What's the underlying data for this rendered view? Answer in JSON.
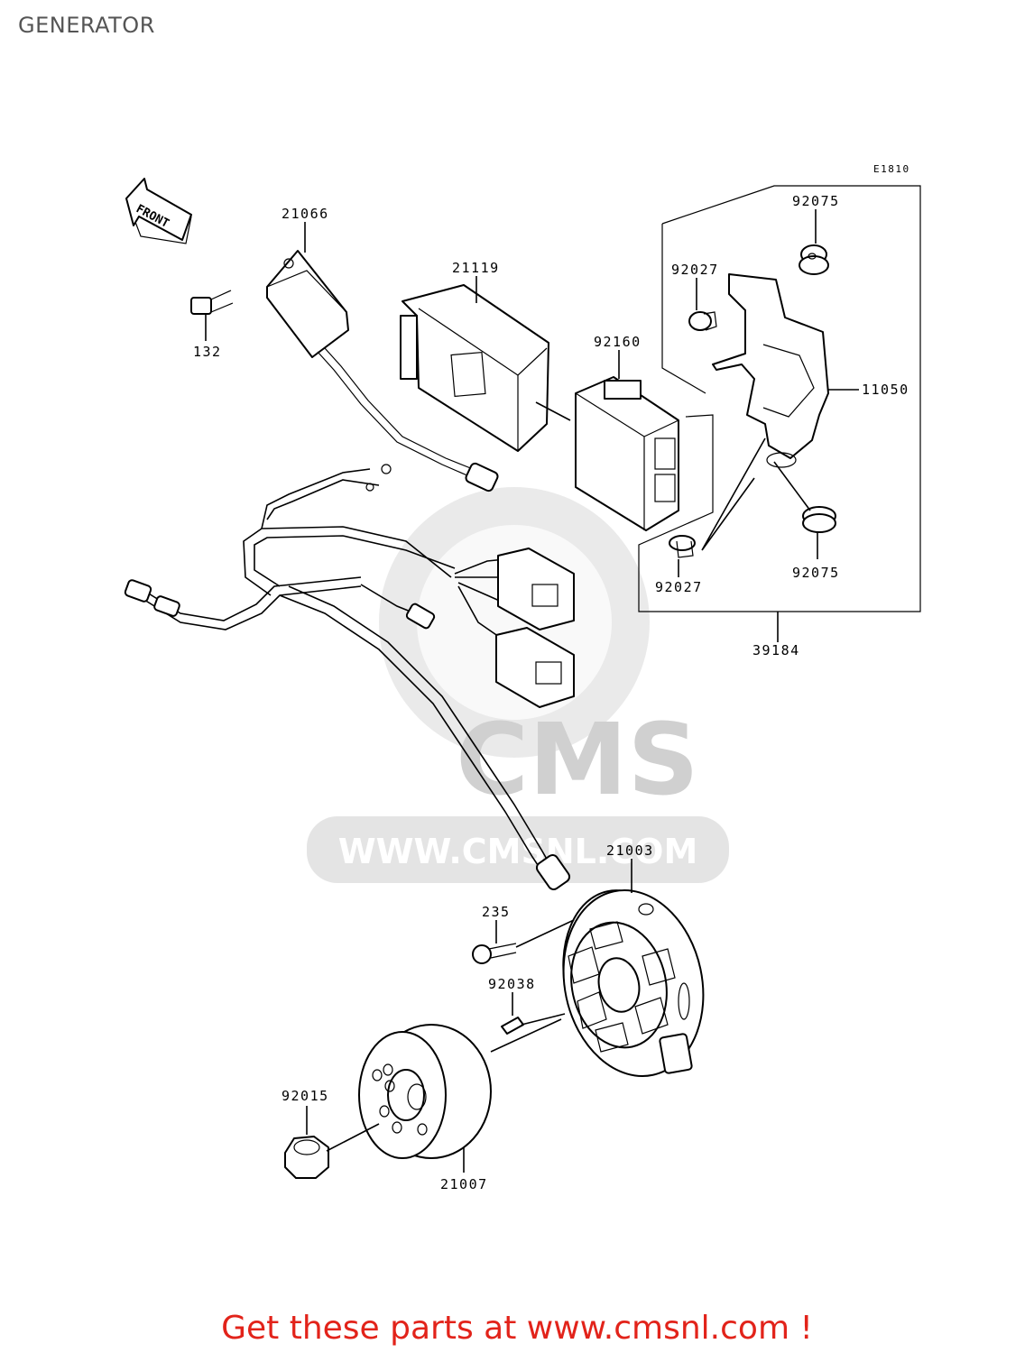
{
  "title": "GENERATOR",
  "figure_ref": "E1810",
  "front_label": "FRONT",
  "watermark": {
    "brand": "CMS",
    "url": "WWW.CMSNL.COM"
  },
  "parts": [
    {
      "number": "21066"
    },
    {
      "number": "132"
    },
    {
      "number": "21119"
    },
    {
      "number": "92160"
    },
    {
      "number": "92075"
    },
    {
      "number": "92027"
    },
    {
      "number": "11050"
    },
    {
      "number": "92075"
    },
    {
      "number": "92027"
    },
    {
      "number": "39184"
    },
    {
      "number": "21003"
    },
    {
      "number": "235"
    },
    {
      "number": "92038"
    },
    {
      "number": "92015"
    },
    {
      "number": "21007"
    }
  ],
  "footer": "Get these parts at www.cmsnl.com !"
}
